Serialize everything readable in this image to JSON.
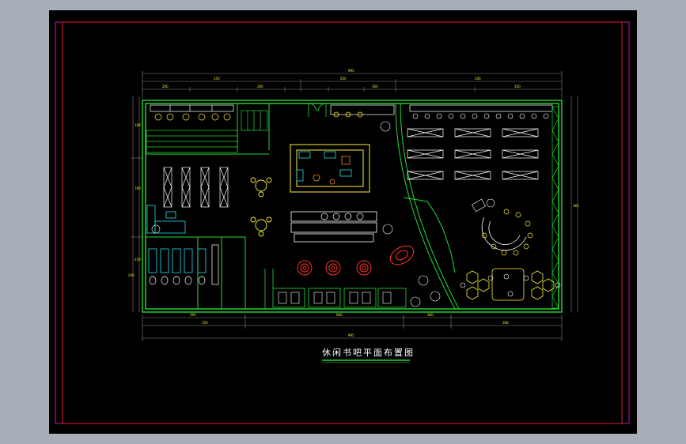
{
  "drawing": {
    "title": "休闲书吧平面布置图"
  },
  "dimensions": {
    "overall_top": "995",
    "overall_bottom": "995",
    "right_side": "365",
    "top_segments": [
      "150",
      "250",
      "200",
      "200",
      "200",
      "300",
      "350"
    ],
    "bottom_segments": [
      "595",
      "150",
      "900",
      "300",
      "300"
    ],
    "left_side": [
      "180",
      "760",
      "250",
      "240"
    ]
  },
  "colors": {
    "background_outer": "#a7aeb8",
    "sheet": "#000000",
    "frame_magenta": "#c0189a",
    "frame_red": "#e5192b",
    "walls_green": "#22dd33",
    "furniture_white": "#ffffff",
    "dimension_grey": "#888888",
    "accent_yellow": "#ffee33",
    "accent_cyan": "#22ddee",
    "accent_red": "#ff3322",
    "accent_orange": "#ff8822"
  }
}
